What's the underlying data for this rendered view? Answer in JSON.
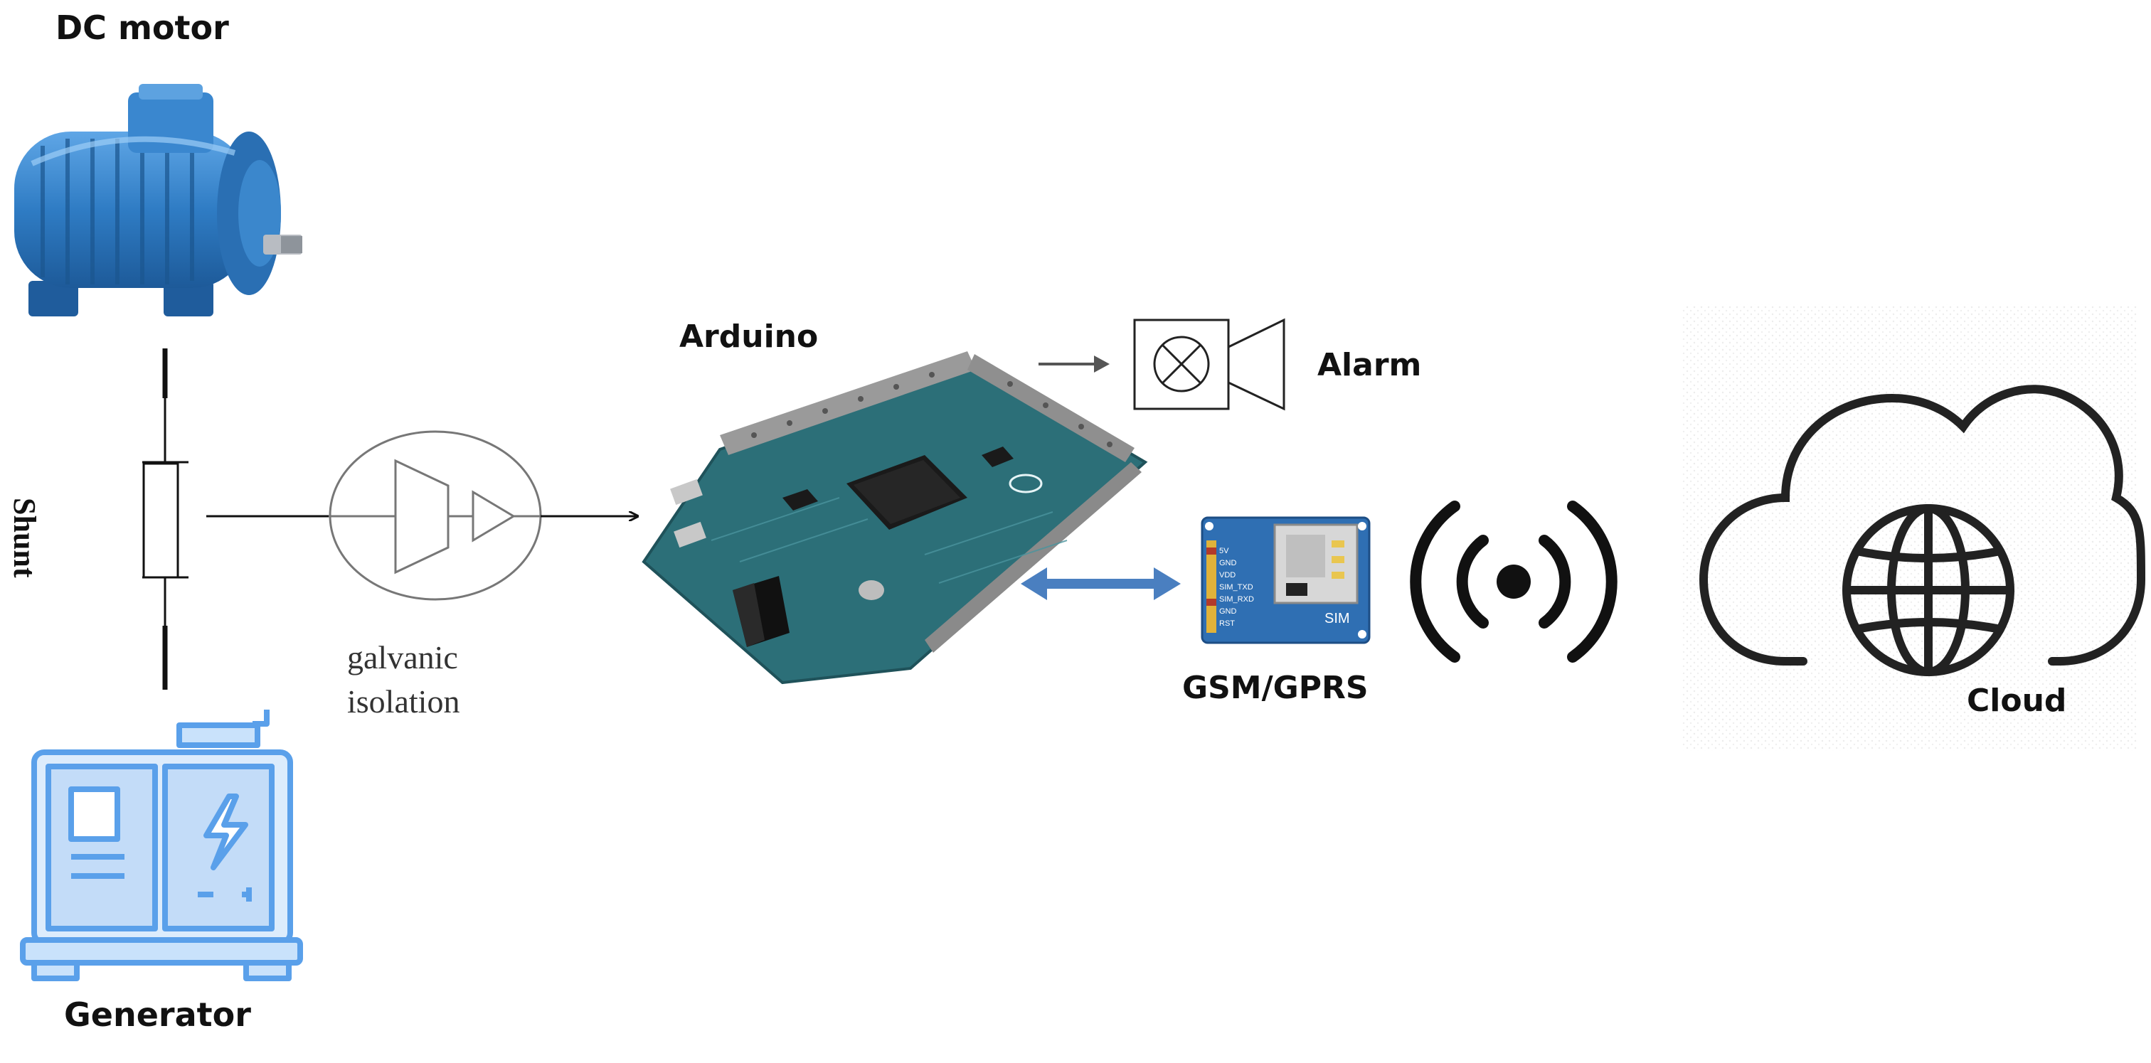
{
  "labels": {
    "dc_motor": "DC motor",
    "shunt": "Shunt",
    "galvanic_isolation_line1": "galvanic",
    "galvanic_isolation_line2": "isolation",
    "generator": "Generator",
    "arduino": "Arduino",
    "alarm": "Alarm",
    "gsm_gprs": "GSM/GPRS",
    "cloud": "Cloud"
  },
  "gsm_module": {
    "sim_label": "SIM",
    "pins": [
      "5V",
      "GND",
      "VDD",
      "SIM_TXD",
      "SIM_RXD",
      "GND",
      "RST"
    ]
  },
  "colors": {
    "motor_blue": "#2f7cc4",
    "generator_blue": "#5aa0ea",
    "board_teal": "#2c6f78",
    "gsm_blue": "#2f6fb3",
    "link_arrow_blue": "#4a7fc0",
    "line_black": "#111111"
  },
  "icons": {
    "dc_motor": "electric-motor-icon",
    "generator": "power-generator-icon",
    "galvanic_isolation": "isolation-amplifier-symbol",
    "arduino": "arduino-board-icon",
    "alarm": "alarm-speaker-icon",
    "gsm": "gsm-module-icon",
    "wireless": "wireless-signal-icon",
    "cloud": "cloud-globe-icon"
  }
}
